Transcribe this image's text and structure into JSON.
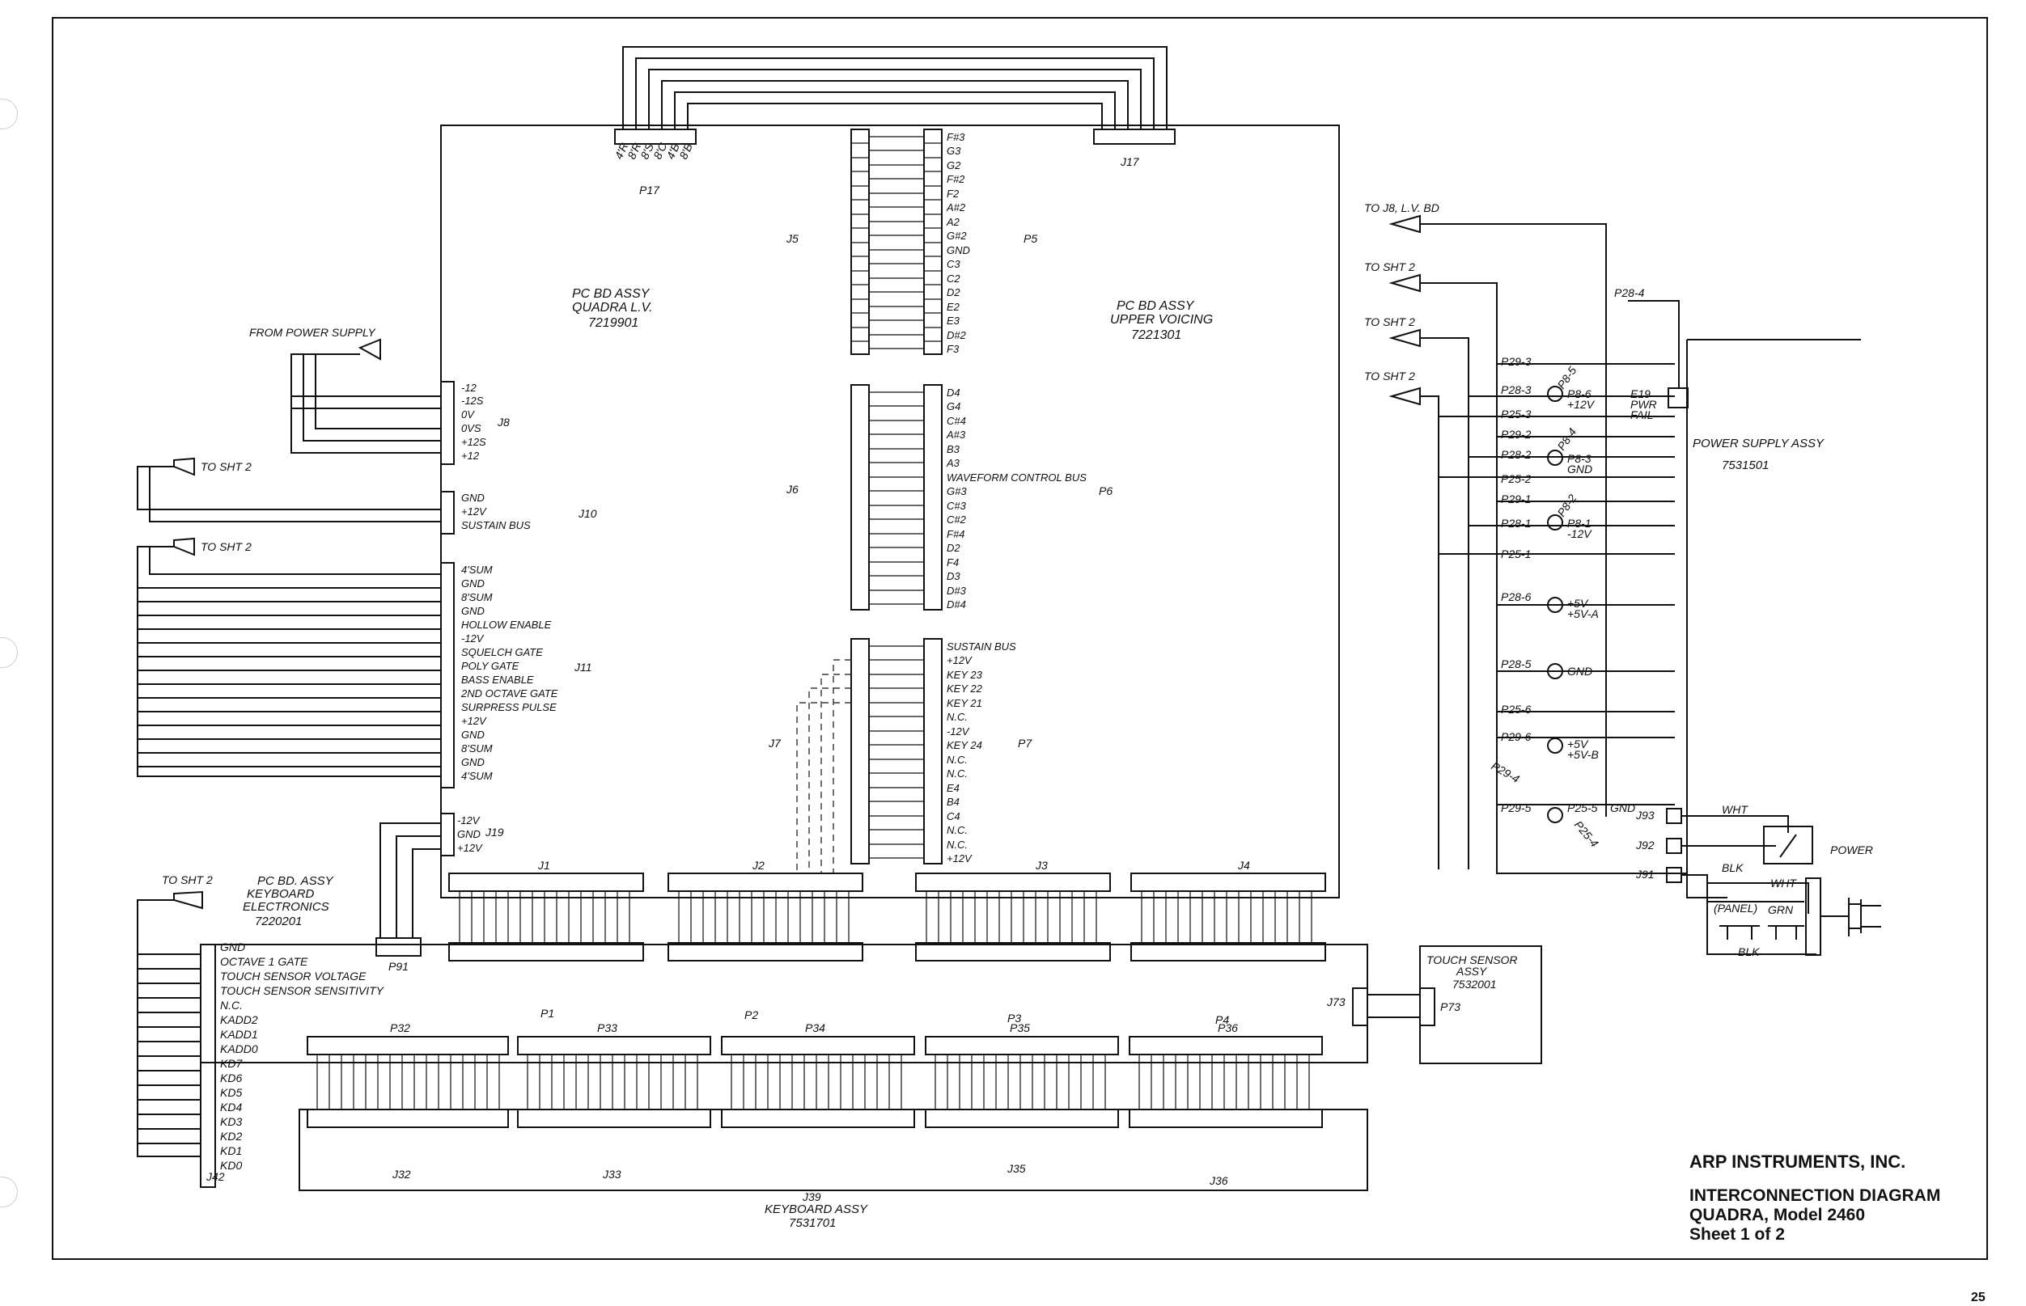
{
  "title_block": {
    "company": "ARP INSTRUMENTS, INC.",
    "diagram_title": "INTERCONNECTION DIAGRAM",
    "model": "QUADRA, Model 2460",
    "sheet": "Sheet 1 of 2"
  },
  "page_number": "25",
  "assemblies": {
    "quadra_lv": [
      "PC BD ASSY",
      "QUADRA L.V.",
      "7219901"
    ],
    "upper_voicing": [
      "PC BD ASSY",
      "UPPER VOICING",
      "7221301"
    ],
    "keyboard_electronics": [
      "PC BD. ASSY",
      "KEYBOARD",
      "ELECTRONICS",
      "7220201"
    ],
    "keyboard_assy": [
      "J39",
      "KEYBOARD ASSY",
      "7531701"
    ],
    "touch_sensor": [
      "TOUCH SENSOR",
      "ASSY",
      "7532001"
    ],
    "power_supply": [
      "POWER SUPPLY ASSY",
      "7531501"
    ]
  },
  "offpage": {
    "from_power_supply": "FROM POWER SUPPLY",
    "to_sht2": "TO SHT 2",
    "to_j8": "TO J8, L.V. BD"
  },
  "connectors": {
    "p17": "P17",
    "j17": "J17",
    "j5": "J5",
    "p5": "P5",
    "j6": "J6",
    "p6": "P6",
    "j7": "J7",
    "p7": "P7",
    "j8": "J8",
    "j10": "J10",
    "j11": "J11",
    "j19": "J19",
    "p91": "P91",
    "j1": "J1",
    "j2": "J2",
    "j3": "J3",
    "j4": "J4",
    "p1": "P1",
    "p2": "P2",
    "p3": "P3",
    "p4": "P4",
    "p32": "P32",
    "p33": "P33",
    "p34": "P34",
    "p35": "P35",
    "p36": "P36",
    "j32": "J32",
    "j33": "J33",
    "j35": "J35",
    "j36": "J36",
    "j42": "J42",
    "j73": "J73",
    "p73": "P73",
    "j93": "J93",
    "j92": "J92",
    "j91": "J91"
  },
  "p17_labels": [
    "4'R",
    "8'R",
    "8'S",
    "8'C",
    "4'B",
    "8'B"
  ],
  "j5_labels": [
    "F#3",
    "G3",
    "G2",
    "F#2",
    "F2",
    "A#2",
    "A2",
    "G#2",
    "GND",
    "C3",
    "C2",
    "D2",
    "E2",
    "E3",
    "D#2",
    "F3"
  ],
  "j6_labels": [
    "D4",
    "G4",
    "C#4",
    "A#3",
    "B3",
    "A3",
    "WAVEFORM CONTROL BUS",
    "G#3",
    "C#3",
    "C#2",
    "F#4",
    "D2",
    "F4",
    "D3",
    "D#3",
    "D#4"
  ],
  "j7_labels": [
    "SUSTAIN BUS",
    "+12V",
    "KEY 23",
    "KEY 22",
    "KEY 21",
    "N.C.",
    "-12V",
    "KEY 24",
    "N.C.",
    "N.C.",
    "E4",
    "B4",
    "C4",
    "N.C.",
    "N.C.",
    "+12V"
  ],
  "j8_labels": [
    "-12",
    "-12S",
    "0V",
    "0VS",
    "+12S",
    "+12"
  ],
  "j10_labels": [
    "GND",
    "+12V",
    "SUSTAIN BUS"
  ],
  "j11_labels": [
    "4'SUM",
    "GND",
    "8'SUM",
    "GND",
    "HOLLOW ENABLE",
    "-12V",
    "SQUELCH GATE",
    "POLY GATE",
    "BASS ENABLE",
    "2ND OCTAVE GATE",
    "SURPRESS PULSE",
    "+12V",
    "GND",
    "8'SUM",
    "GND",
    "4'SUM"
  ],
  "j19_labels": [
    "-12V",
    "GND",
    "+12V"
  ],
  "j42_labels": [
    "GND",
    "OCTAVE 1 GATE",
    "TOUCH SENSOR VOLTAGE",
    "TOUCH SENSOR SENSITIVITY",
    "N.C.",
    "KADD2",
    "KADD1",
    "KADD0",
    "KD7",
    "KD6",
    "KD5",
    "KD4",
    "KD3",
    "KD2",
    "KD1",
    "KD0"
  ],
  "psu_pins": {
    "p29_3": "P29-3",
    "p28_3": "P28-3",
    "p25_3": "P25-3",
    "p29_2": "P29-2",
    "p28_2": "P28-2",
    "p25_2": "P25-2",
    "p29_1": "P29-1",
    "p28_1": "P28-1",
    "p25_1": "P25-1",
    "p28_6": "P28-6",
    "p28_5": "P28-5",
    "p25_6": "P25-6",
    "p29_6": "P29-6",
    "p29_4": "P29-4",
    "p29_5": "P29-5",
    "p28_4": "P28-4",
    "p8_5": "P8-5",
    "p8_6": "P8-6",
    "p8_4": "P8-4",
    "p8_3": "P8-3",
    "p8_2": "P8-2",
    "p8_1": "P8-1",
    "p25_5": "P25-5",
    "p25_4": "P25-4",
    "plus12v": "+12V",
    "gnd": "GND",
    "minus12v": "-12V",
    "plus5va": "+5V-A",
    "plus5vb": "+5V-B",
    "plus5v": "+5V",
    "e19": "E19",
    "pwr": "PWR",
    "fail": "FAIL"
  },
  "power_labels": {
    "wht": "WHT",
    "blk": "BLK",
    "power": "POWER",
    "panel": "(PANEL)",
    "grn": "GRN"
  },
  "icons": [
    "offpage-arrow-icon",
    "switch-icon",
    "plug-icon",
    "ground-icon"
  ]
}
